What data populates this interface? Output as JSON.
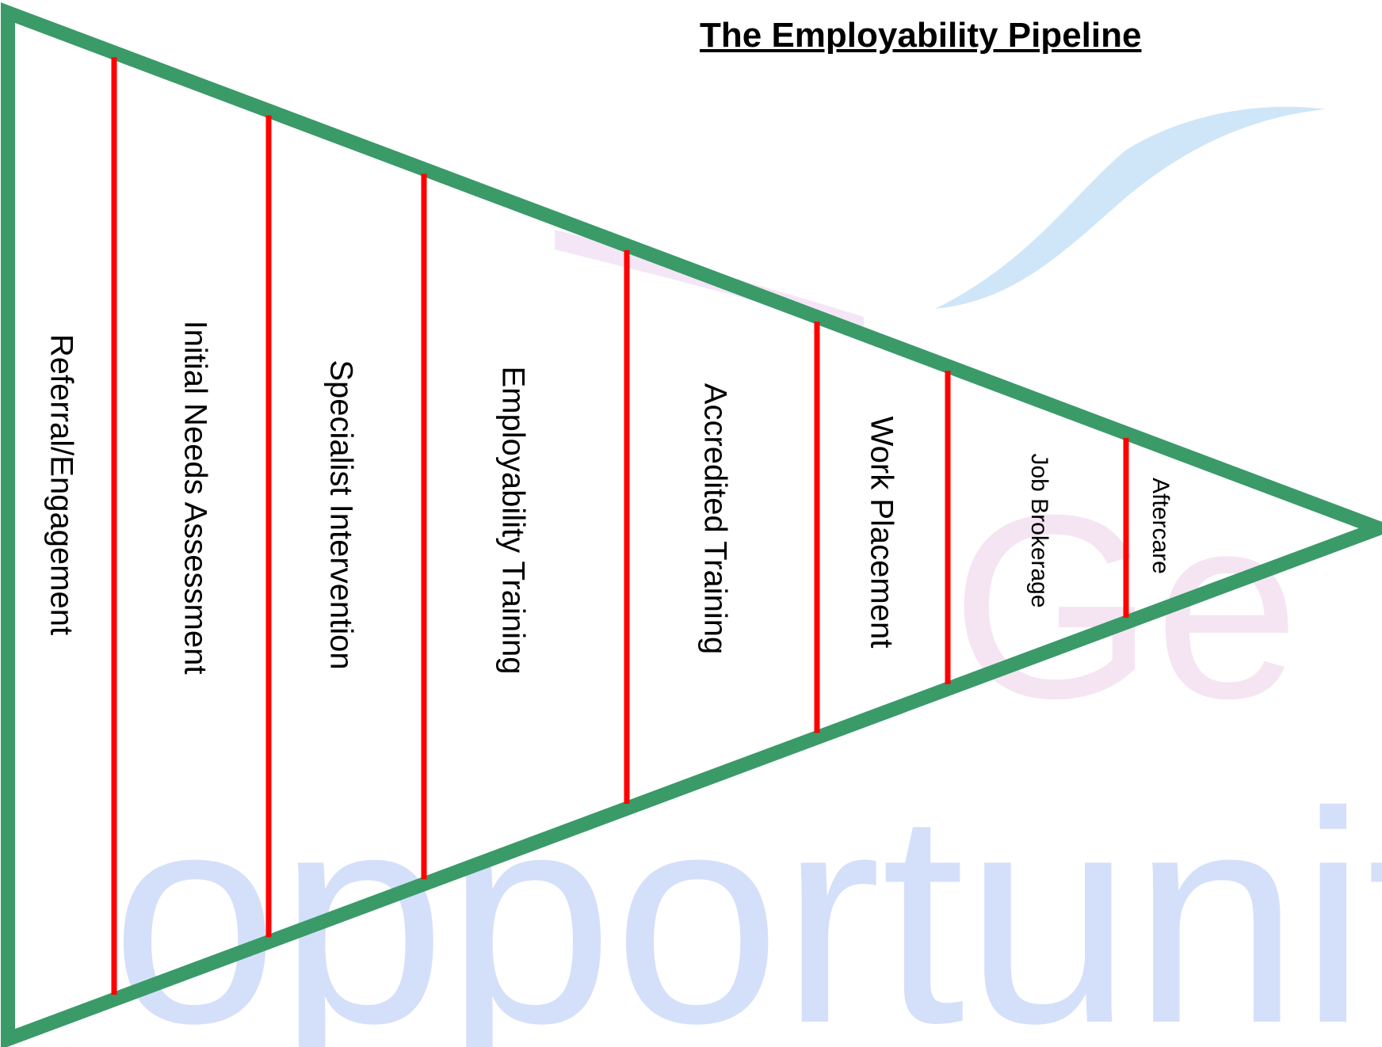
{
  "title": "The Employability Pipeline",
  "watermark": {
    "lines": [
      "Ge",
      "opportunities"
    ],
    "colors": {
      "swoosh": "#cfe6f8",
      "text": "#d4e0fa",
      "pink": "#f3d7ee"
    }
  },
  "colors": {
    "outline": "#3a9a68",
    "divider": "#ff0000",
    "text": "#000000"
  },
  "stages": [
    {
      "label": "Referral/Engagement"
    },
    {
      "label": "Initial Needs Assessment"
    },
    {
      "label": "Specialist Intervention"
    },
    {
      "label": "Employability Training"
    },
    {
      "label": "Accredited Training"
    },
    {
      "label": "Work Placement"
    },
    {
      "label": "Job Brokerage"
    },
    {
      "label": "Aftercare"
    }
  ]
}
